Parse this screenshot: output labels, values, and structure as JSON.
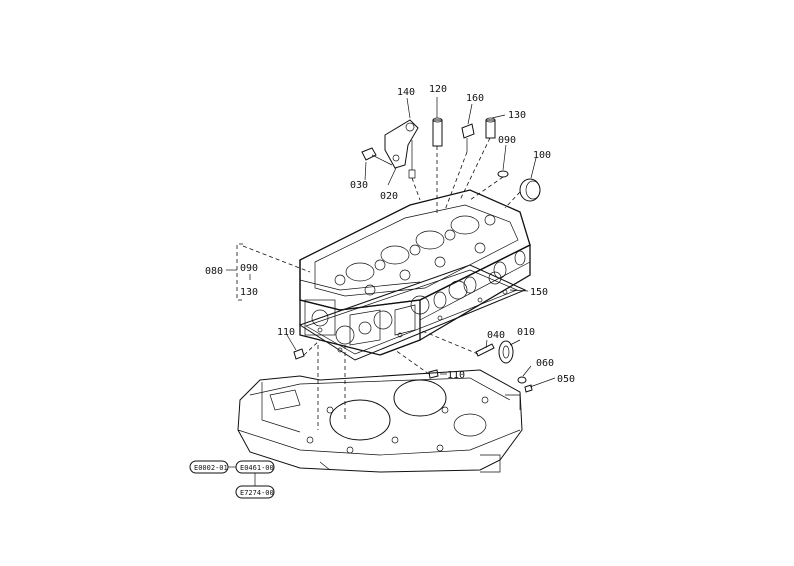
{
  "labels": {
    "p010": "010",
    "p020": "020",
    "p030": "030",
    "p040": "040",
    "p050": "050",
    "p060": "060",
    "p080": "080",
    "p090a": "090",
    "p090b": "090",
    "p100": "100",
    "p110a": "110",
    "p110b": "110",
    "p120": "120",
    "p130a": "130",
    "p130b": "130",
    "p140": "140",
    "p150": "150",
    "p160": "160"
  },
  "ref_codes": {
    "c1": "E0002-01",
    "c2": "E0461-00",
    "c3": "E7274-00"
  }
}
